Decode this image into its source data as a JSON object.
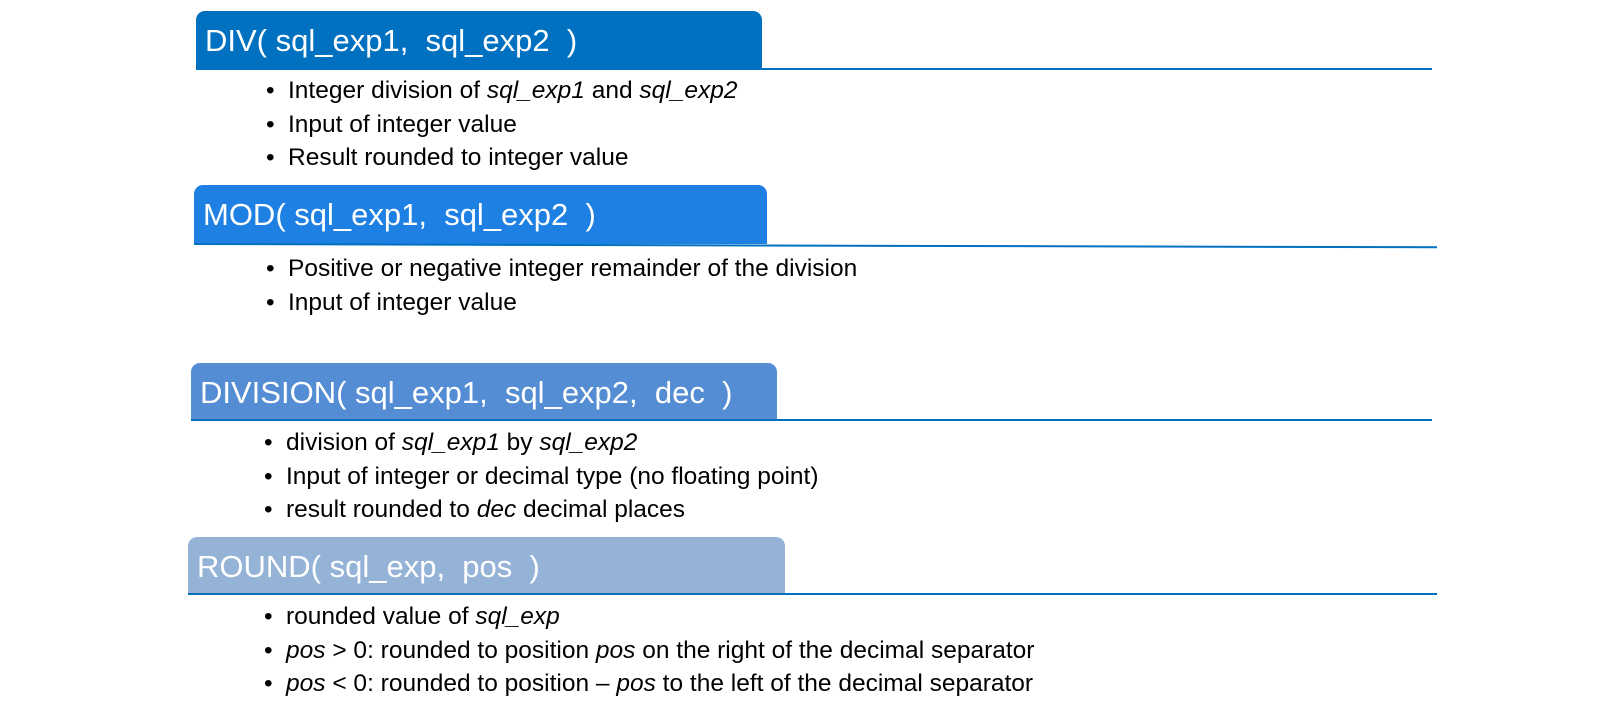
{
  "colors": {
    "div": "#0070c0",
    "mod": "#1e80e2",
    "division": "#548dd4",
    "round": "#95b3d7",
    "rule_dark": "#0070c0",
    "rule_light": "#5b9bd5"
  },
  "sections": [
    {
      "id": "div",
      "title": "DIV( sql_exp1,  sql_exp2  )",
      "bullets": [
        [
          {
            "t": "Integer division of "
          },
          {
            "t": "sql_exp1",
            "i": true
          },
          {
            "t": " and "
          },
          {
            "t": "sql_exp2",
            "i": true
          }
        ],
        [
          {
            "t": "Input of integer value"
          }
        ],
        [
          {
            "t": "Result rounded to integer value"
          }
        ]
      ]
    },
    {
      "id": "mod",
      "title": "MOD( sql_exp1,  sql_exp2  )",
      "bullets": [
        [
          {
            "t": "Positive or negative integer remainder of the division"
          }
        ],
        [
          {
            "t": "Input of integer value"
          }
        ]
      ]
    },
    {
      "id": "division",
      "title": "DIVISION( sql_exp1,  sql_exp2,  dec  )",
      "bullets": [
        [
          {
            "t": "division of "
          },
          {
            "t": "sql_exp1",
            "i": true
          },
          {
            "t": " by "
          },
          {
            "t": "sql_exp2",
            "i": true
          }
        ],
        [
          {
            "t": "Input of integer or decimal type (no floating point)"
          }
        ],
        [
          {
            "t": "result rounded to "
          },
          {
            "t": "dec",
            "i": true
          },
          {
            "t": " decimal places"
          }
        ]
      ]
    },
    {
      "id": "round",
      "title": "ROUND( sql_exp,  pos  )",
      "bullets": [
        [
          {
            "t": "rounded value of "
          },
          {
            "t": "sql_exp",
            "i": true
          }
        ],
        [
          {
            "t": "pos",
            "i": true
          },
          {
            "t": " > 0: rounded to position "
          },
          {
            "t": "pos",
            "i": true
          },
          {
            "t": " on the right of the decimal separator"
          }
        ],
        [
          {
            "t": "pos",
            "i": true
          },
          {
            "t": " < 0: rounded to position – "
          },
          {
            "t": "pos",
            "i": true
          },
          {
            "t": " to the left of the decimal separator"
          }
        ]
      ]
    }
  ],
  "bullet_char": "•"
}
